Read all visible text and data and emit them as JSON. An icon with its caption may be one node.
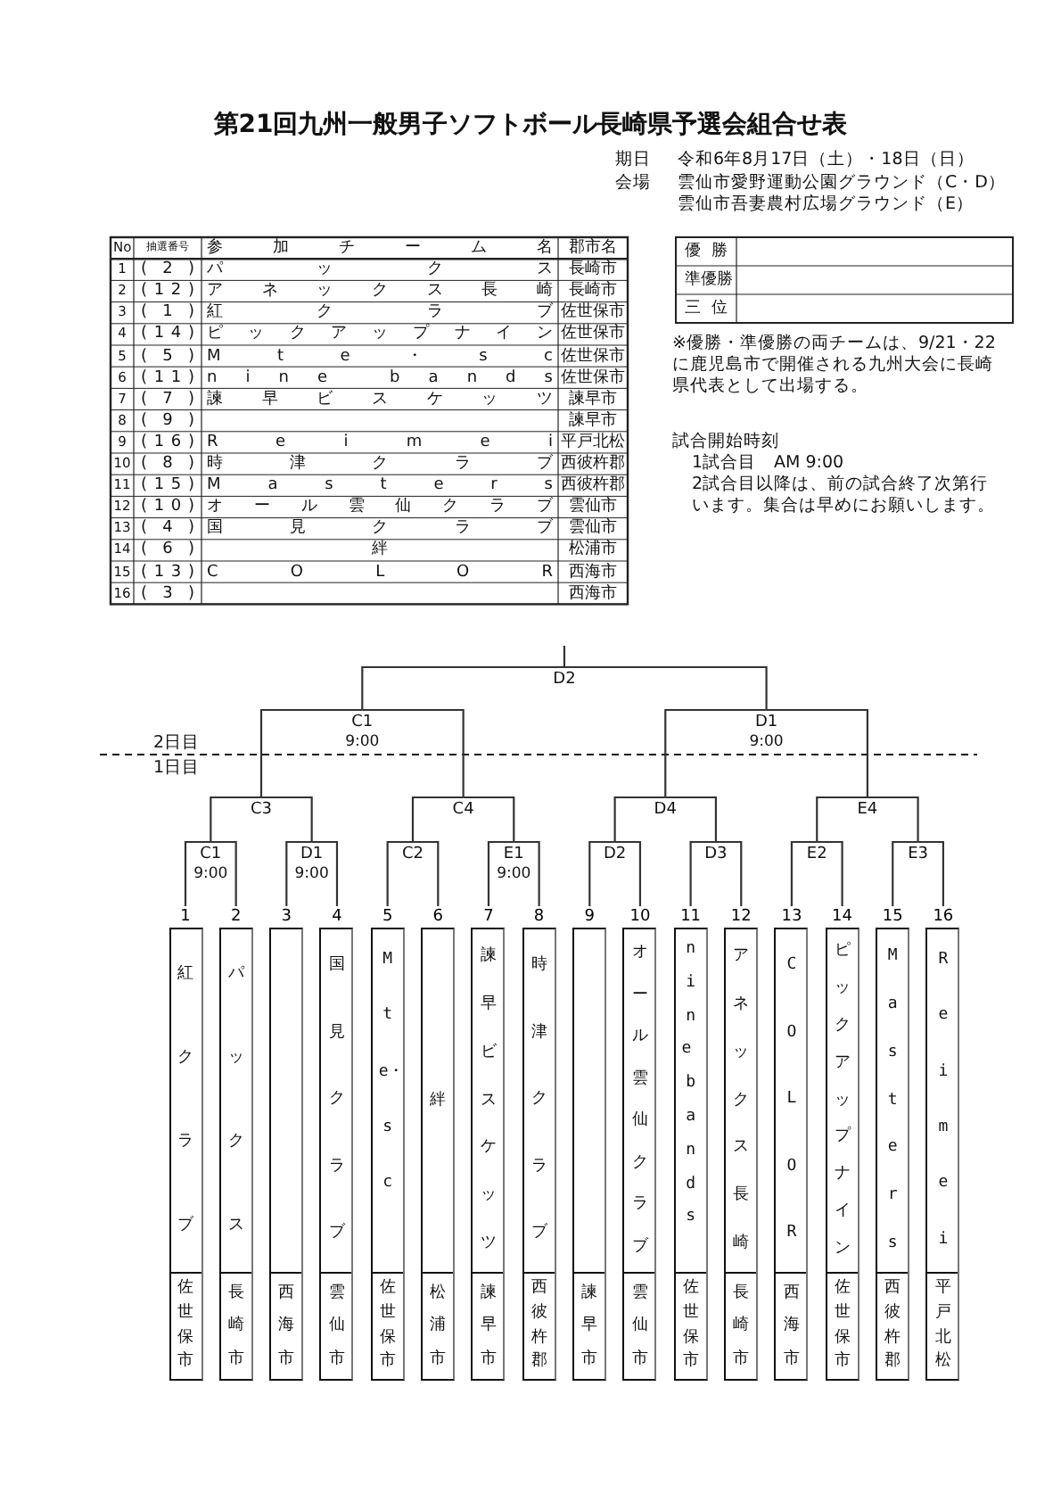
{
  "diagram": {
    "title": "第21回九州一般男子ソフトボール長崎県予選会組合せ表",
    "nodes": [
      {
        "text": [
          "D2"
        ]
      },
      {
        "text": [
          "C1"
        ],
        "beside": [
          "9:00"
        ]
      },
      {
        "text": [
          "D1"
        ],
        "beside": [
          "9:00"
        ]
      },
      {
        "text": [
          "C3"
        ]
      },
      {
        "text": [
          "C4"
        ]
      },
      {
        "text": [
          "D4"
        ]
      },
      {
        "text": [
          "E4"
        ]
      },
      {
        "text": [
          "C1"
        ],
        "beside": [
          "9:00"
        ]
      },
      {
        "text": [
          "D1"
        ],
        "beside": [
          "9:00"
        ]
      },
      {
        "text": [
          "C2"
        ]
      },
      {
        "text": [
          "E1"
        ],
        "beside": [
          "9:00"
        ]
      },
      {
        "text": [
          "D2"
        ]
      },
      {
        "text": [
          "D3"
        ]
      },
      {
        "text": [
          "E2"
        ]
      },
      {
        "text": [
          "E3"
        ]
      },
      {
        "text": [
          "紅クラブ",
          "佐世保市"
        ],
        "beside": [
          "1"
        ]
      },
      {
        "text": [
          "パックス",
          "長崎市"
        ],
        "beside": [
          "2"
        ]
      },
      {
        "text": [
          "西海市"
        ],
        "beside": [
          "3"
        ]
      },
      {
        "text": [
          "国見クラブ",
          "雲仙市"
        ],
        "beside": [
          "4"
        ]
      },
      {
        "text": [
          "Mte・sc",
          "佐世保市"
        ],
        "beside": [
          "5"
        ]
      },
      {
        "text": [
          "絆",
          "松浦市"
        ],
        "beside": [
          "6"
        ]
      },
      {
        "text": [
          "諫早ビスケッツ",
          "諫早市"
        ],
        "beside": [
          "7"
        ]
      },
      {
        "text": [
          "時津クラブ",
          "西彼杵郡"
        ],
        "beside": [
          "8"
        ]
      },
      {
        "text": [
          "諫早市"
        ],
        "beside": [
          "9"
        ]
      },
      {
        "text": [
          "オール雲仙クラブ",
          "雲仙市"
        ],
        "beside": [
          "10"
        ]
      },
      {
        "text": [
          "nine bands",
          "佐世保市"
        ],
        "beside": [
          "11"
        ]
      },
      {
        "text": [
          "アネックス長崎",
          "長崎市"
        ],
        "beside": [
          "12"
        ]
      },
      {
        "text": [
          "COLOR",
          "西海市"
        ],
        "beside": [
          "13"
        ]
      },
      {
        "text": [
          "ピックアップナイン",
          "佐世保市"
        ],
        "beside": [
          "14"
        ]
      },
      {
        "text": [
          "Masters",
          "西彼杵郡"
        ],
        "beside": [
          "15"
        ]
      },
      {
        "text": [
          "Reimei",
          "平戸北松"
        ],
        "beside": [
          "16"
        ]
      }
    ],
    "edges": [
      {
        "from": 15,
        "to": 7,
        "arrow": "none"
      },
      {
        "from": 16,
        "to": 7,
        "arrow": "none"
      },
      {
        "from": 17,
        "to": 8,
        "arrow": "none"
      },
      {
        "from": 18,
        "to": 8,
        "arrow": "none"
      },
      {
        "from": 19,
        "to": 9,
        "arrow": "none"
      },
      {
        "from": 20,
        "to": 9,
        "arrow": "none"
      },
      {
        "from": 21,
        "to": 10,
        "arrow": "none"
      },
      {
        "from": 22,
        "to": 10,
        "arrow": "none"
      },
      {
        "from": 23,
        "to": 11,
        "arrow": "none"
      },
      {
        "from": 24,
        "to": 11,
        "arrow": "none"
      },
      {
        "from": 25,
        "to": 12,
        "arrow": "none"
      },
      {
        "from": 26,
        "to": 12,
        "arrow": "none"
      },
      {
        "from": 27,
        "to": 13,
        "arrow": "none"
      },
      {
        "from": 28,
        "to": 13,
        "arrow": "none"
      },
      {
        "from": 29,
        "to": 14,
        "arrow": "none"
      },
      {
        "from": 30,
        "to": 14,
        "arrow": "none"
      },
      {
        "from": 7,
        "to": 3,
        "arrow": "none"
      },
      {
        "from": 8,
        "to": 3,
        "arrow": "none"
      },
      {
        "from": 9,
        "to": 4,
        "arrow": "none"
      },
      {
        "from": 10,
        "to": 4,
        "arrow": "none"
      },
      {
        "from": 11,
        "to": 5,
        "arrow": "none"
      },
      {
        "from": 12,
        "to": 5,
        "arrow": "none"
      },
      {
        "from": 13,
        "to": 6,
        "arrow": "none"
      },
      {
        "from": 14,
        "to": 6,
        "arrow": "none"
      },
      {
        "from": 3,
        "to": 1,
        "arrow": "none"
      },
      {
        "from": 4,
        "to": 1,
        "arrow": "none"
      },
      {
        "from": 5,
        "to": 2,
        "arrow": "none"
      },
      {
        "from": 6,
        "to": 2,
        "arrow": "none"
      },
      {
        "from": 1,
        "to": 0,
        "arrow": "none"
      },
      {
        "from": 2,
        "to": 0,
        "arrow": "none"
      },
      {
        "from": 0,
        "to": null,
        "arrow": "none"
      }
    ],
    "labels": [
      "期日",
      "令和6年8月17日（土）・18日（日）",
      "会場",
      "雲仙市愛野運動公園グラウンド（C・D）",
      "雲仙市吾妻農村広場グラウンド（E）",
      "No",
      "抽選番号",
      "参加チーム名",
      "郡市名",
      "1",
      "(2)",
      "パックス",
      "長崎市",
      "2",
      "(12)",
      "アネックス長崎",
      "長崎市",
      "3",
      "(1)",
      "紅クラブ",
      "佐世保市",
      "4",
      "(14)",
      "ピックアップナイン",
      "佐世保市",
      "5",
      "(5)",
      "Mte・sc",
      "佐世保市",
      "6",
      "(11)",
      "nine bands",
      "佐世保市",
      "7",
      "(7)",
      "諫早ビスケッツ",
      "諫早市",
      "8",
      "(9)",
      "諫早市",
      "9",
      "(16)",
      "Reimei",
      "平戸北松",
      "10",
      "(8)",
      "時津クラブ",
      "西彼杵郡",
      "11",
      "(15)",
      "Masters",
      "西彼杵郡",
      "12",
      "(10)",
      "オール雲仙クラブ",
      "雲仙市",
      "13",
      "(4)",
      "国見クラブ",
      "雲仙市",
      "14",
      "(6)",
      "絆",
      "松浦市",
      "15",
      "(13)",
      "COLOR",
      "西海市",
      "16",
      "(3)",
      "西海市",
      "優勝",
      "準優勝",
      "三位",
      "※優勝・準優勝の両チームは、9/21・22に鹿児島市で開催される九州大会に長崎県代表として出場する。",
      "試合開始時刻",
      "1試合目　AM 9:00",
      "2試合目以降は、前の試合終了次第行います。集合は早めにお願いします。",
      "2日目",
      "1日目"
    ]
  }
}
